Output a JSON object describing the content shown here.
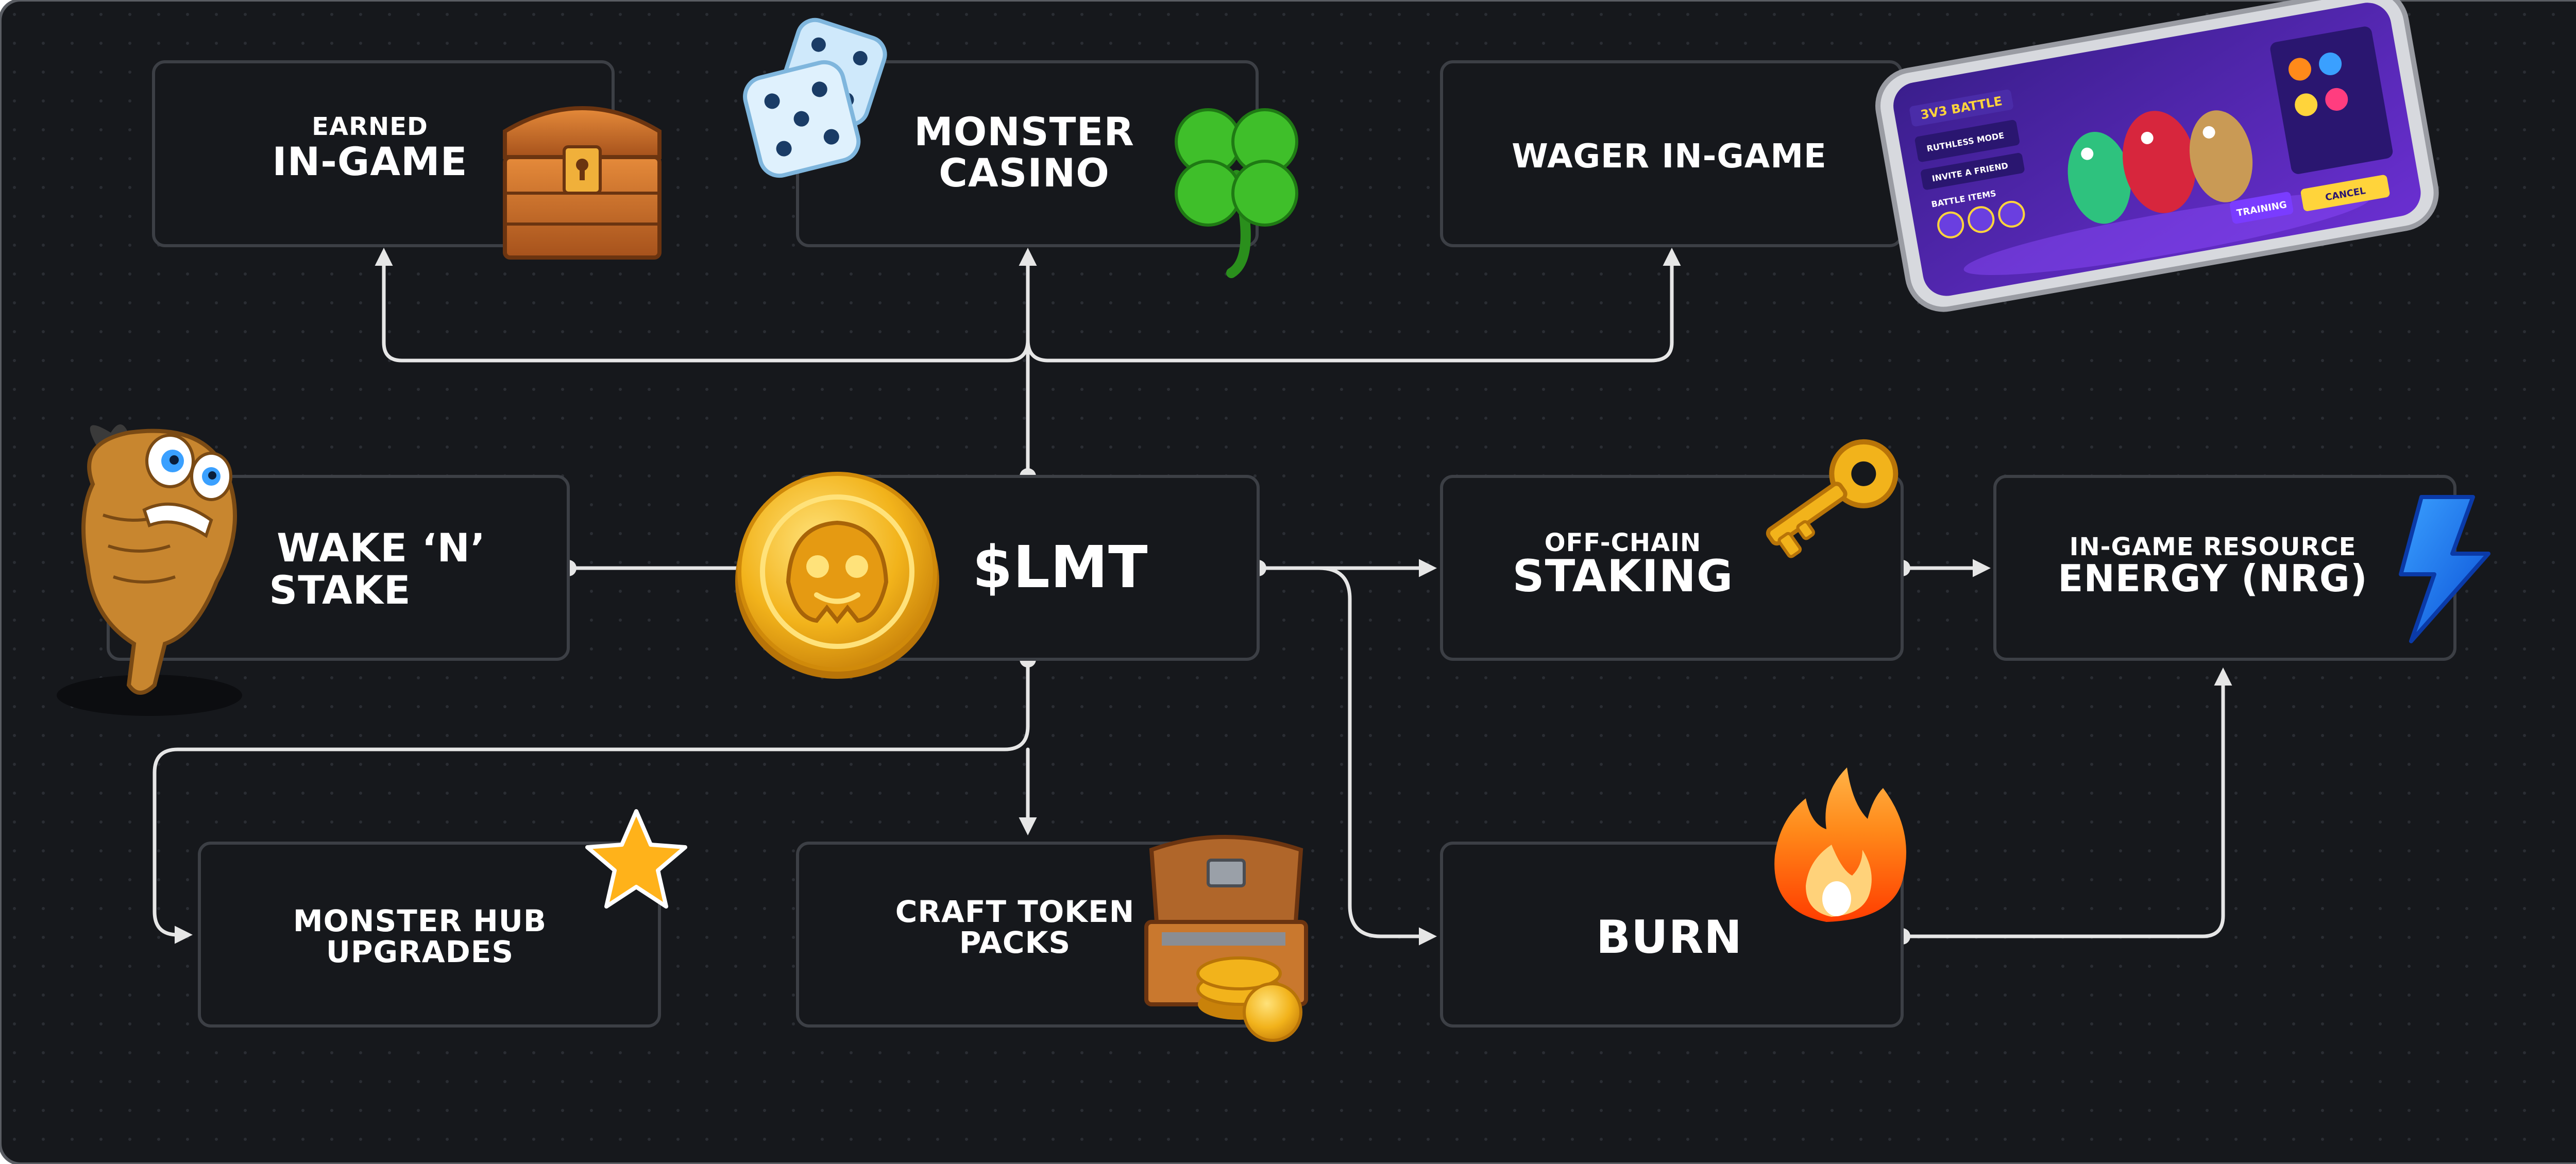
{
  "nodes": {
    "earned": {
      "line1": "EARNED",
      "line2": "IN-GAME"
    },
    "casino": {
      "line1": "MONSTER",
      "line2": "CASINO"
    },
    "wager": {
      "line1": "WAGER IN-GAME"
    },
    "wake": {
      "line1": "WAKE ‘N’",
      "line2": "STAKE"
    },
    "lmt": {
      "line1": "$LMT"
    },
    "staking": {
      "line1": "OFF-CHAIN",
      "line2": "STAKING"
    },
    "energy": {
      "line1": "IN-GAME RESOURCE",
      "line2": "ENERGY (NRG)"
    },
    "hub": {
      "line1": "MONSTER HUB",
      "line2": "UPGRADES"
    },
    "craft": {
      "line1": "CRAFT TOKEN",
      "line2": "PACKS"
    },
    "burn": {
      "line1": "BURN"
    }
  },
  "phone": {
    "mode_label": "3V3 BATTLE",
    "ruthless_label": "RUTHLESS MODE",
    "invite_label": "INVITE A FRIEND",
    "items_label": "BATTLE ITEMS",
    "training_button": "TRAINING",
    "cancel_button": "CANCEL"
  },
  "colors": {
    "background": "#16181c",
    "card_border": "#3c3f45",
    "connector": "#e6e6e6",
    "text": "#ffffff",
    "coin_gold": "#f2b31b",
    "energy_blue": "#1e7bff",
    "fire_orange": "#ff6a1a",
    "clover_green": "#3fbf2a"
  },
  "icons": [
    "treasure-chest-icon",
    "dice-icon",
    "clover-icon",
    "phone-screenshot",
    "monster-mascot",
    "coin-icon",
    "key-icon",
    "lightning-icon",
    "star-icon",
    "open-chest-coins-icon",
    "fire-icon"
  ]
}
